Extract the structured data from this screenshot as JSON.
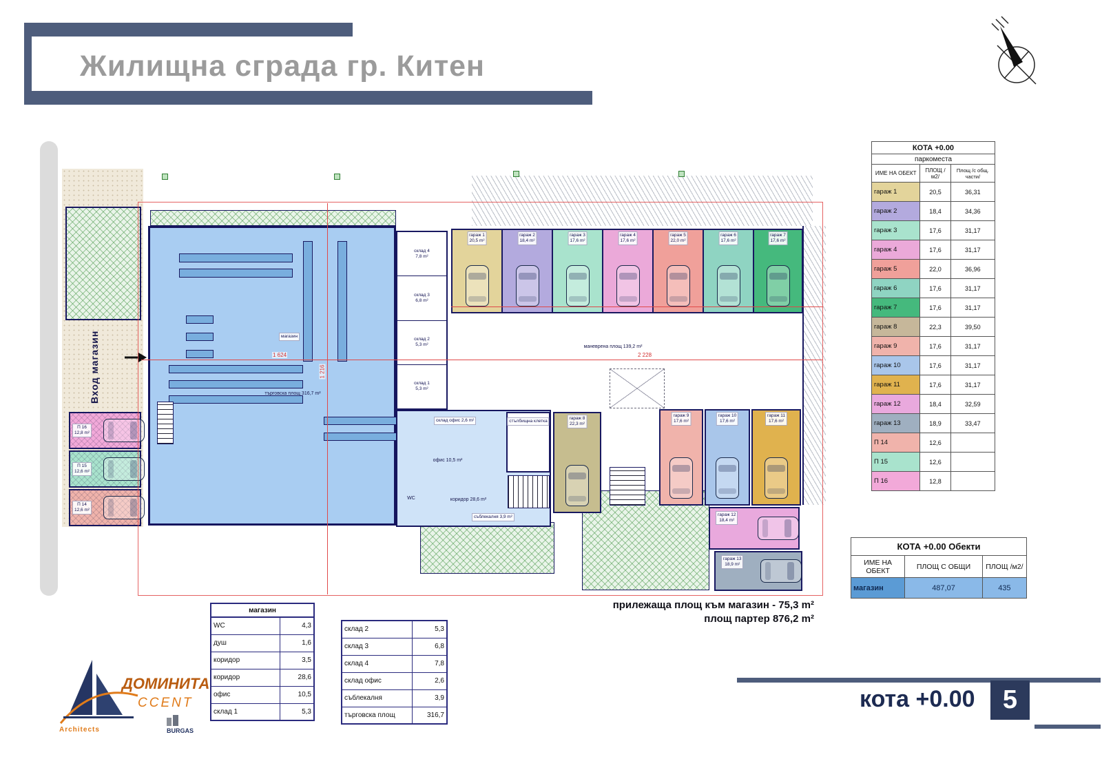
{
  "header": {
    "title": "Жилищна сграда гр. Китен"
  },
  "plan": {
    "entrance_label": "Вход магазин",
    "shop_chip": "магазин",
    "sales_area_label": "търговска площ 316,7 m²",
    "maneuver_label": "маневрена площ 139,2 m²",
    "stair_label": "стълбищна клетка",
    "rooms": [
      {
        "label": "склад 4",
        "area": "7,8 m²"
      },
      {
        "label": "склад 3",
        "area": "6,8 m²"
      },
      {
        "label": "склад 2",
        "area": "5,3 m²"
      },
      {
        "label": "склад 1",
        "area": "5,3 m²"
      }
    ],
    "office_labels": {
      "storage_office": "склад офис 2,6 m²",
      "office": "офис 10,5 m²",
      "wc": "WC",
      "corridor": "коридор 28,6 m²",
      "locker": "съблекалня 3,9 m²"
    },
    "garages_top": [
      {
        "label": "гараж 1",
        "area": "20,5 m²",
        "color": "#e3d49b"
      },
      {
        "label": "гараж 2",
        "area": "18,4 m²",
        "color": "#b3aade"
      },
      {
        "label": "гараж 3",
        "area": "17,6 m²",
        "color": "#a9e3cd"
      },
      {
        "label": "гараж 4",
        "area": "17,6 m²",
        "color": "#eba9d9"
      },
      {
        "label": "гараж 5",
        "area": "22,0 m²",
        "color": "#f0a09a"
      },
      {
        "label": "гараж 6",
        "area": "17,6 m²",
        "color": "#8fd4c2"
      },
      {
        "label": "гараж 7",
        "area": "17,6 m²",
        "color": "#45b97d"
      }
    ],
    "garages_bottom": [
      {
        "label": "гараж 8",
        "area": "22,3 m²",
        "color": "#c6bd8f"
      },
      {
        "label": "гараж 9",
        "area": "17,6 m²",
        "color": "#f0b3ab"
      },
      {
        "label": "гараж 10",
        "area": "17,6 m²",
        "color": "#a9c6ea"
      },
      {
        "label": "гараж 11",
        "area": "17,6 m²",
        "color": "#e0b24e"
      },
      {
        "label": "гараж 12",
        "area": "18,4 m²",
        "color": "#e9a9dd"
      },
      {
        "label": "гараж 13",
        "area": "18,9 m²",
        "color": "#9fafc0"
      }
    ],
    "parking_spots": [
      {
        "label": "П 16",
        "area": "12,8 m²",
        "color": "#f2a9d9"
      },
      {
        "label": "П 15",
        "area": "12,6 m²",
        "color": "#a9e3cd"
      },
      {
        "label": "П 14",
        "area": "12,6 m²",
        "color": "#f0b3ab"
      }
    ],
    "dims": {
      "d1": "1 624",
      "d2": "2 228",
      "d3": "1 216"
    },
    "notes": {
      "line1": "прилежаща площ към магазин - 75,3 m²",
      "line2": "площ партер 876,2 m²"
    }
  },
  "parking_table": {
    "title1": "КОТА +0.00",
    "title2": "паркоместа",
    "headers": {
      "name": "ИМЕ НА ОБЕКТ",
      "area": "ПЛОЩ /м2/",
      "total": "Площ /с общ. части/"
    },
    "rows": [
      {
        "name": "гараж 1",
        "area": "20,5",
        "total": "36,31",
        "color": "#e3d49b"
      },
      {
        "name": "гараж 2",
        "area": "18,4",
        "total": "34,36",
        "color": "#b3aade"
      },
      {
        "name": "гараж 3",
        "area": "17,6",
        "total": "31,17",
        "color": "#a9e3cd"
      },
      {
        "name": "гараж 4",
        "area": "17,6",
        "total": "31,17",
        "color": "#eba9d9"
      },
      {
        "name": "гараж 5",
        "area": "22,0",
        "total": "36,96",
        "color": "#f0a09a"
      },
      {
        "name": "гараж 6",
        "area": "17,6",
        "total": "31,17",
        "color": "#8fd4c2"
      },
      {
        "name": "гараж 7",
        "area": "17,6",
        "total": "31,17",
        "color": "#45b97d"
      },
      {
        "name": "гараж 8",
        "area": "22,3",
        "total": "39,50",
        "color": "#c6b79a"
      },
      {
        "name": "гараж 9",
        "area": "17,6",
        "total": "31,17",
        "color": "#f0b3ab"
      },
      {
        "name": "гараж 10",
        "area": "17,6",
        "total": "31,17",
        "color": "#a9c6ea"
      },
      {
        "name": "гараж 11",
        "area": "17,6",
        "total": "31,17",
        "color": "#e0b24e"
      },
      {
        "name": "гараж 12",
        "area": "18,4",
        "total": "32,59",
        "color": "#e9a9dd"
      },
      {
        "name": "гараж 13",
        "area": "18,9",
        "total": "33,47",
        "color": "#9fafc0"
      },
      {
        "name": "П 14",
        "area": "12,6",
        "total": "",
        "color": "#f0b3ab"
      },
      {
        "name": "П 15",
        "area": "12,6",
        "total": "",
        "color": "#a9e3cd"
      },
      {
        "name": "П 16",
        "area": "12,8",
        "total": "",
        "color": "#f2a9d9"
      }
    ]
  },
  "objects_table": {
    "title": "КОТА +0.00 Обекти",
    "headers": {
      "name": "ИМЕ НА ОБЕКТ",
      "total": "ПЛОЩ С ОБЩИ",
      "area": "ПЛОЩ /м2/"
    },
    "row": {
      "name": "магазин",
      "total": "487,07",
      "area": "435"
    }
  },
  "shop_table": {
    "title": "магазин",
    "rows": [
      {
        "name": "WC",
        "value": "4,3"
      },
      {
        "name": "душ",
        "value": "1,6"
      },
      {
        "name": "коридор",
        "value": "3,5"
      },
      {
        "name": "коридор",
        "value": "28,6"
      },
      {
        "name": "офис",
        "value": "10,5"
      },
      {
        "name": "склад 1",
        "value": "5,3"
      }
    ]
  },
  "storage_table": {
    "rows": [
      {
        "name": "склад 2",
        "value": "5,3"
      },
      {
        "name": "склад 3",
        "value": "6,8"
      },
      {
        "name": "склад 4",
        "value": "7,8"
      },
      {
        "name": "склад офис",
        "value": "2,6"
      },
      {
        "name": "съблекалня",
        "value": "3,9"
      },
      {
        "name": "търговска площ",
        "value": "316,7"
      }
    ]
  },
  "footer": {
    "label": "кота +0.00",
    "page": "5"
  },
  "logo": {
    "brand1": "ДОМИНИТА",
    "brand2": "CCENT",
    "sub1": "Architects",
    "sub2": "BURGAS"
  }
}
